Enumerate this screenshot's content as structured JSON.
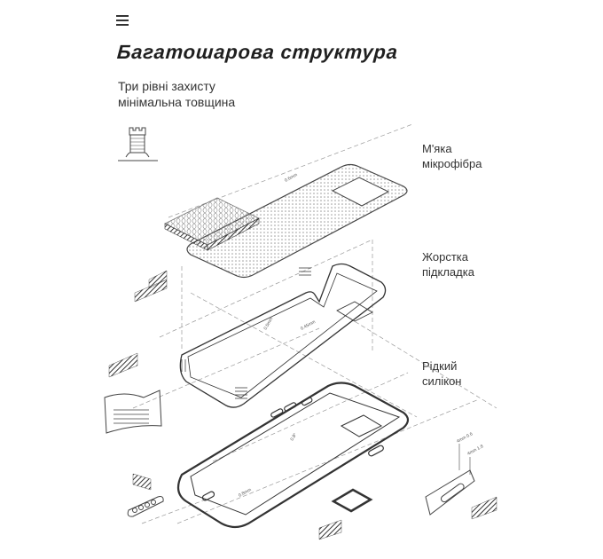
{
  "header": {
    "menu_icon": "hamburger-menu-icon",
    "title": "Багатошарова структура",
    "subtitle_line1": "Три рівні захисту",
    "subtitle_line2": "мінімальна товщина"
  },
  "layers": [
    {
      "line1": "М'яка",
      "line2": "мікрофібра"
    },
    {
      "line1": "Жорстка",
      "line2": "підкладка"
    },
    {
      "line1": "Рідкий",
      "line2": "силікон"
    }
  ],
  "icons": {
    "tower": "tower-icon",
    "diagram": "exploded-phone-case-diagram"
  },
  "colors": {
    "background": "#ffffff",
    "text": "#2a2a2a",
    "line": "#333333",
    "dot_fill": "#e6e6e6"
  }
}
